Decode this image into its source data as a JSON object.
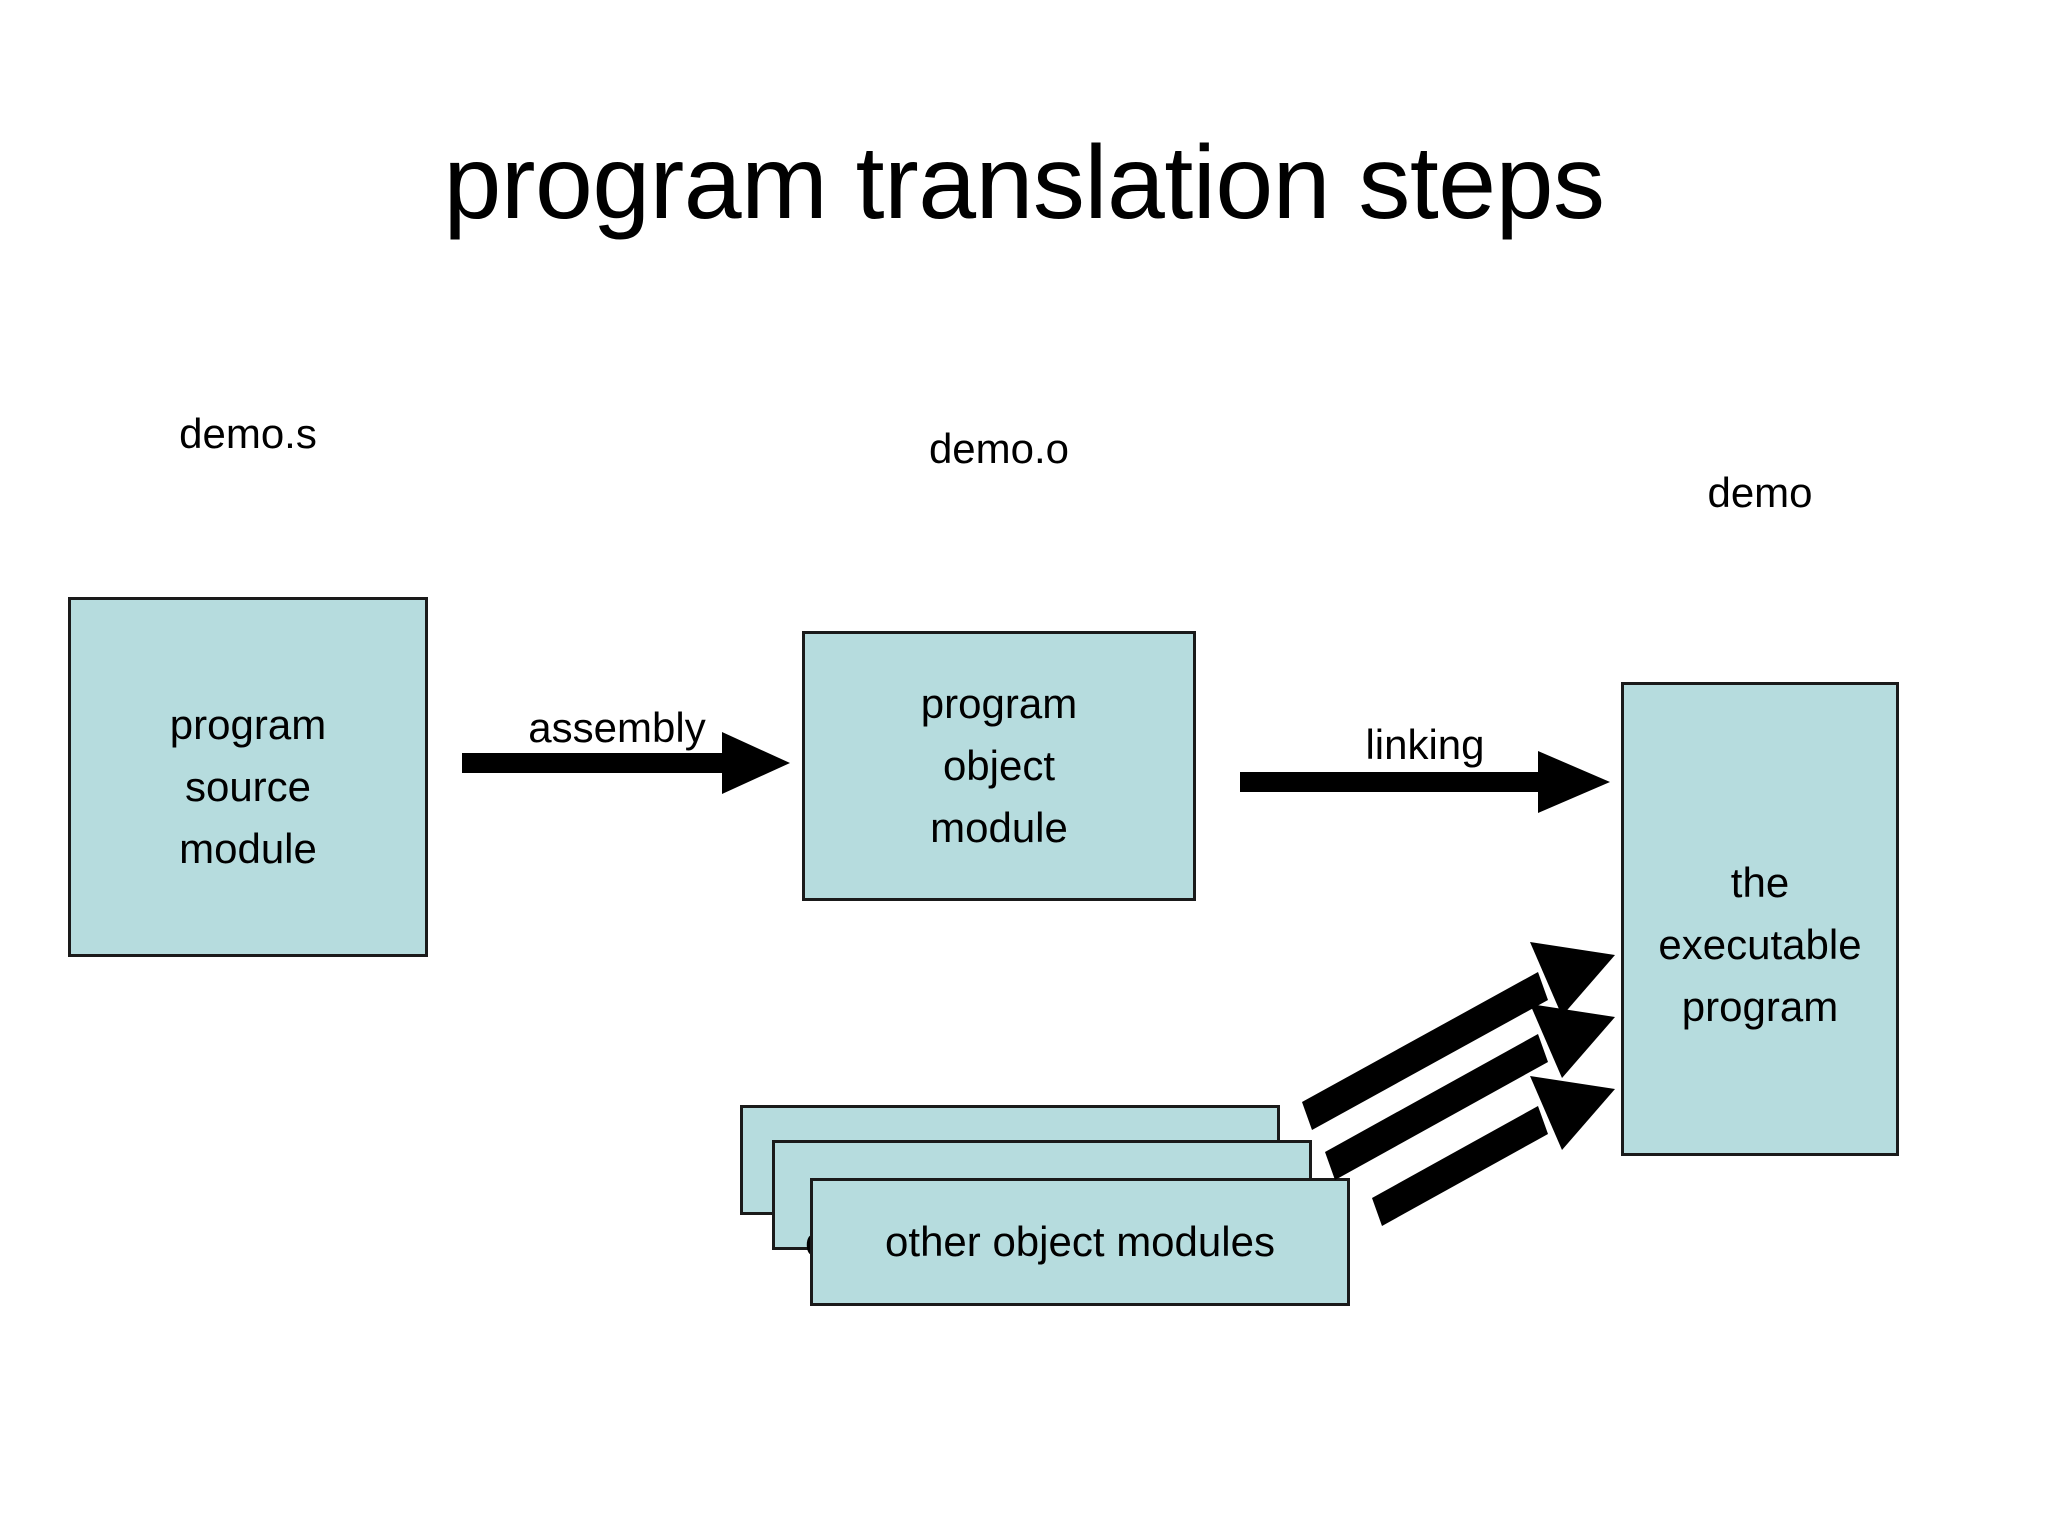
{
  "slide": {
    "title": "program translation steps",
    "background_color": "#ffffff",
    "box_fill_color": "#b6dcde",
    "box_border_color": "#1a1a1a",
    "arrow_color": "#000000",
    "text_color": "#000000"
  },
  "nodes": {
    "source": {
      "caption": "demo.s",
      "text": "program\nsource\nmodule"
    },
    "object": {
      "caption": "demo.o",
      "text": "program\nobject\nmodule"
    },
    "executable": {
      "caption": "demo",
      "text": "the\nexecutable\nprogram"
    },
    "other_modules": {
      "text": "other object modules",
      "stack_count": 3,
      "ghost_text": "o"
    }
  },
  "edges": {
    "assembly": {
      "label": "assembly",
      "from": "source",
      "to": "object"
    },
    "linking": {
      "label": "linking",
      "from": "object",
      "to": "executable"
    },
    "other_to_executable": {
      "label": "",
      "from": "other_modules",
      "to": "executable",
      "arrow_count": 3
    }
  }
}
